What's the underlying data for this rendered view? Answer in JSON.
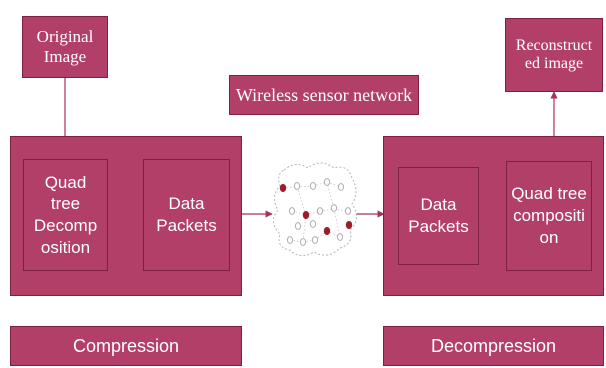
{
  "colors": {
    "box_fill": "#b23f67",
    "box_border": "#7e1f44",
    "text": "#ffffff",
    "arrow": "#a8325b",
    "node_filled": "#9e1b2c",
    "node_empty": "#b8b8b8"
  },
  "top_left": {
    "line1": "Original",
    "line2": "Image"
  },
  "top_right": {
    "line1": "Reconstruct",
    "line2": "ed image"
  },
  "network_label": "Wireless sensor network",
  "compression_block": {
    "left_inner": {
      "l1": "Quad",
      "l2": "tree",
      "l3": "Decomp",
      "l4": "osition"
    },
    "right_inner": {
      "l1": "Data",
      "l2": "Packets"
    }
  },
  "decompression_block": {
    "left_inner": {
      "l1": "Data",
      "l2": "Packets"
    },
    "right_inner": {
      "l1": "Quad tree",
      "l2": "compositi",
      "l3": "on"
    }
  },
  "bottom_labels": {
    "left": "Compression",
    "right": "Decompression"
  },
  "network_icon": "sensor-network-cloud-icon"
}
